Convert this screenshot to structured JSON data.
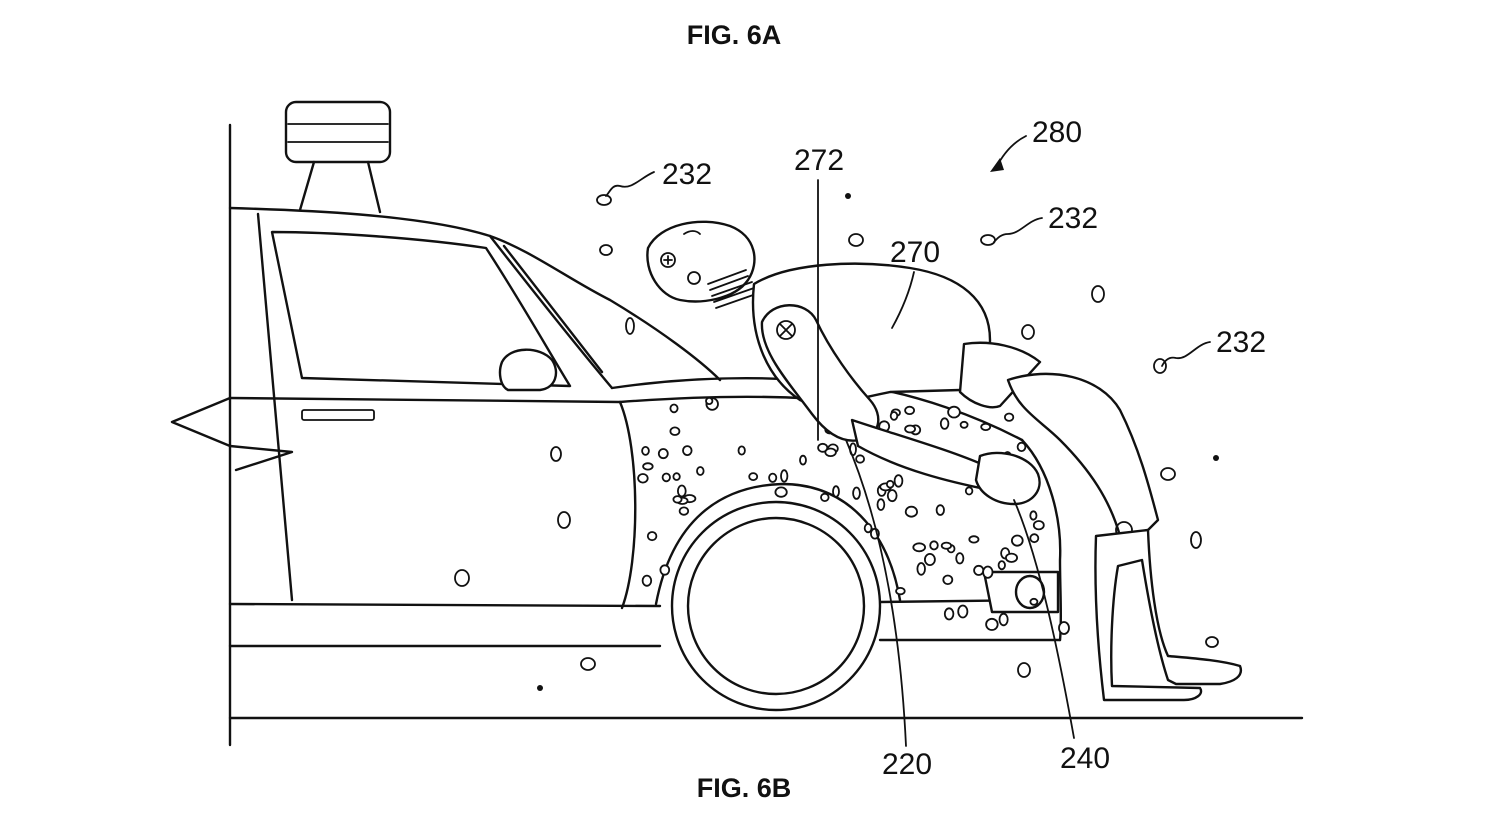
{
  "figure": {
    "caption_top": "FIG. 6A",
    "caption_bottom": "FIG. 6B",
    "references": {
      "r280": "280",
      "r272": "272",
      "r270": "270",
      "r232_a": "232",
      "r232_b": "232",
      "r232_c": "232",
      "r220": "220",
      "r240": "240"
    }
  },
  "colors": {
    "line": "#111111",
    "background": "#ffffff"
  }
}
